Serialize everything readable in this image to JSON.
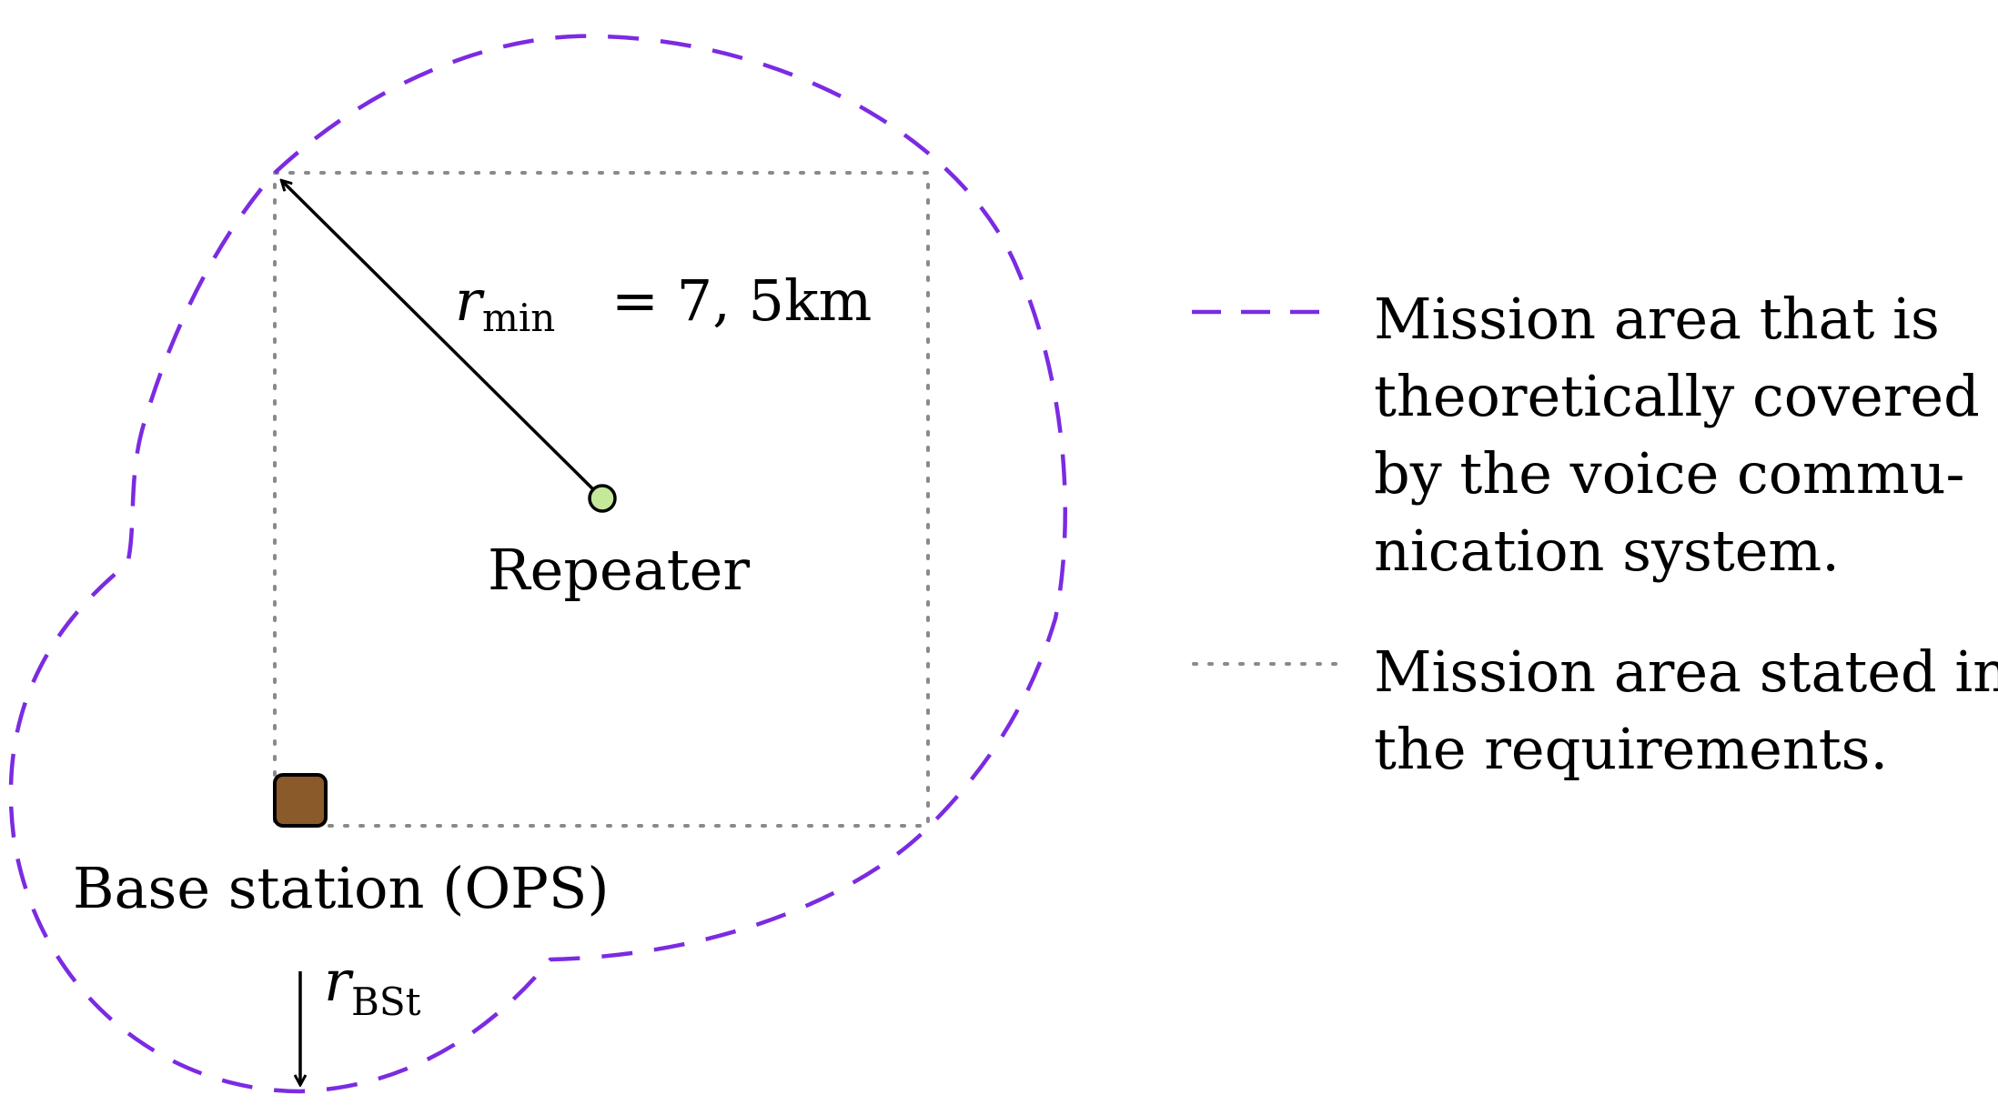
{
  "colors": {
    "coverage_outline": "#7b2be2",
    "requirement_outline": "#8a8a8a",
    "repeater_fill": "#c5e89a",
    "base_station_fill": "#8b5a2b",
    "arrow": "#000000"
  },
  "labels": {
    "r_min_symbol": "r",
    "r_min_subscript": "min",
    "r_min_value": "= 7, 5km",
    "repeater": "Repeater",
    "base_station": "Base station (OPS)",
    "r_bst_symbol": "r",
    "r_bst_subscript": "BSt"
  },
  "legend": [
    {
      "style": "dashed",
      "icon": "dashed-line-icon",
      "lines": [
        "Mission area that is",
        "theoretically covered",
        "by the voice commu-",
        "nication system."
      ]
    },
    {
      "style": "dotted",
      "icon": "dotted-line-icon",
      "lines": [
        "Mission area stated in",
        "the requirements."
      ]
    }
  ]
}
